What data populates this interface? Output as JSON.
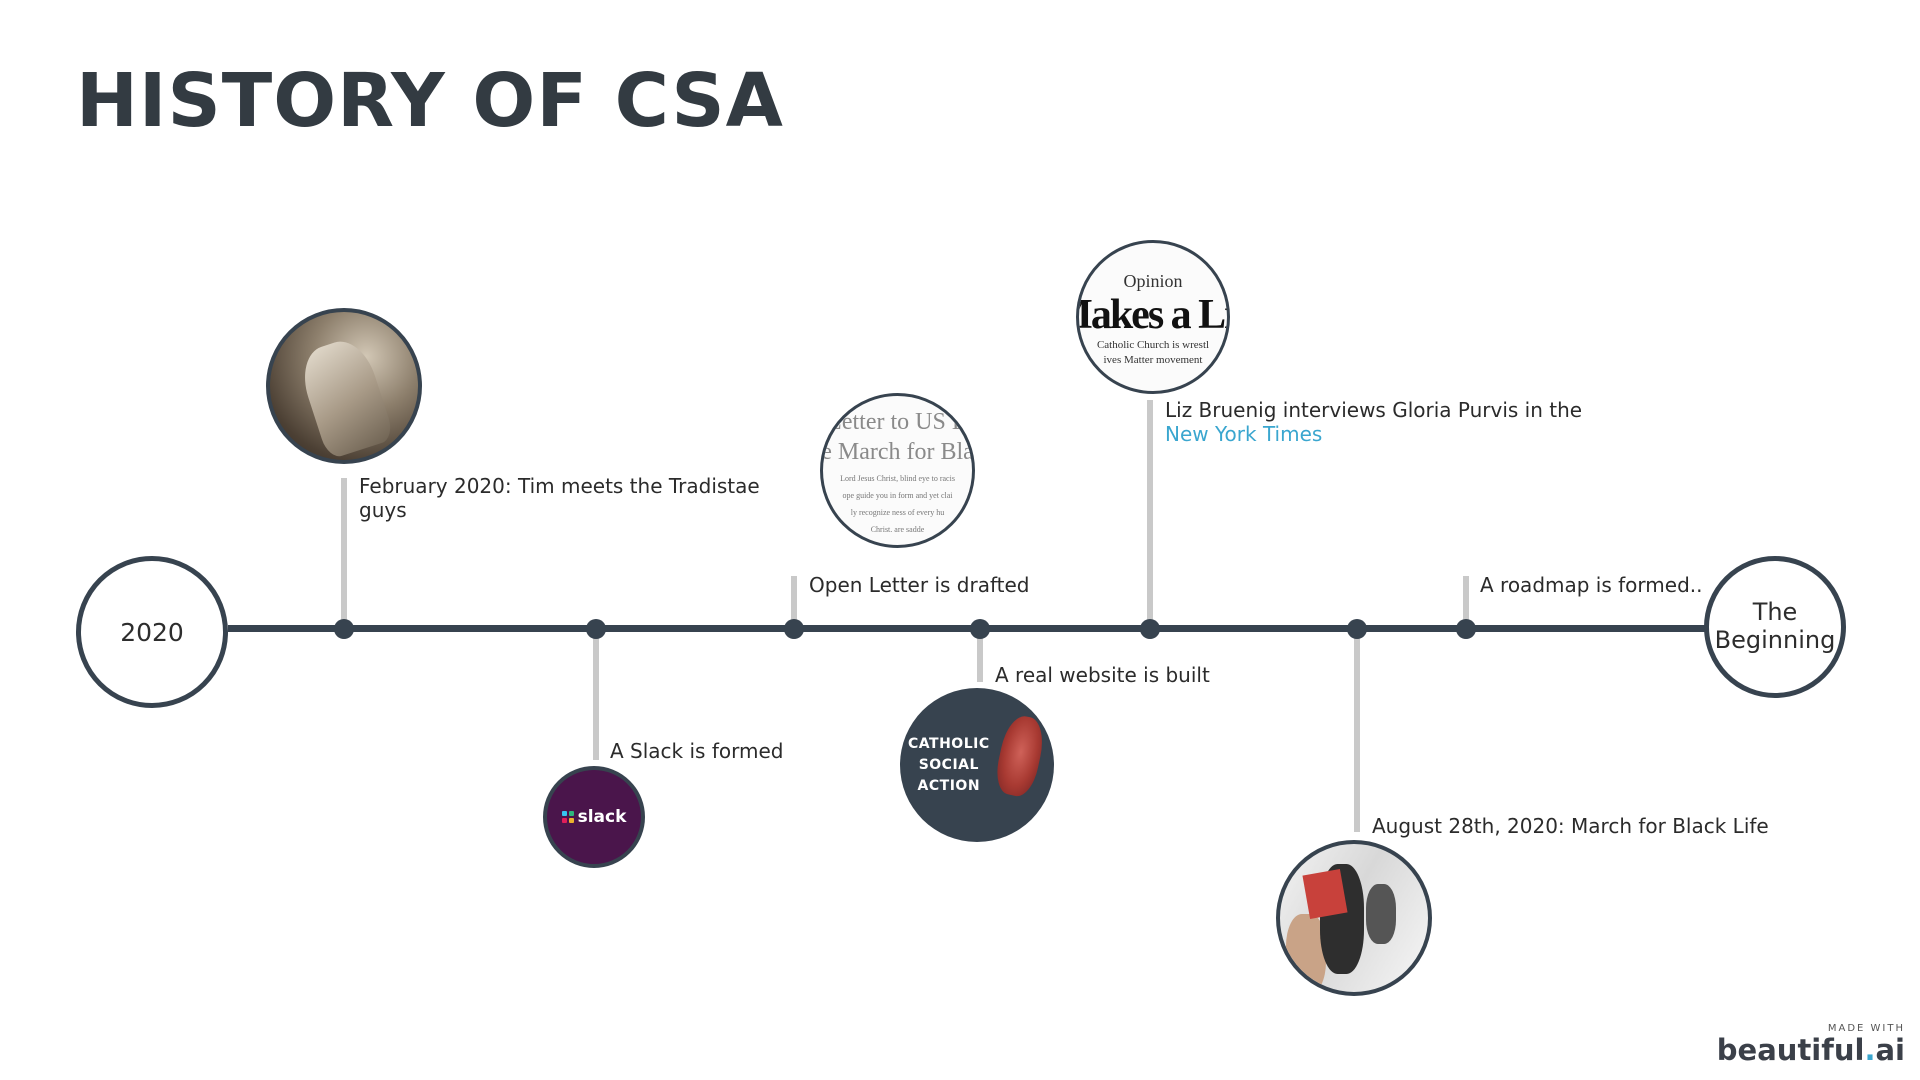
{
  "title": "HISTORY OF CSA",
  "timeline": {
    "start_label": "2020",
    "end_label": "The Beginning",
    "events": [
      {
        "label": "February 2020: Tim meets the Tradistae guys"
      },
      {
        "label": "A Slack is formed"
      },
      {
        "label": "Open Letter is drafted"
      },
      {
        "label": "A real website is built"
      },
      {
        "label_prefix": "Liz Bruenig interviews Gloria Purvis in the",
        "link_text": "New York Times"
      },
      {
        "label": "August 28th, 2020: March for Black Life"
      },
      {
        "label": "A roadmap is formed.."
      }
    ]
  },
  "images": {
    "open_letter": {
      "line1": "Letter to US B",
      "line2": "e March for Bla",
      "small1": "Lord Jesus Christ,   blind eye to racis",
      "small2": "ope guide you in    form and yet clai",
      "small3": "ly recognize   ness of every hu",
      "small4": "Christ.        are sadde"
    },
    "nyt": {
      "opinion": "Opinion",
      "headline": "Makes a Lia",
      "sub1": "Catholic Church is wrestl",
      "sub2": "ives Matter movement"
    },
    "slack": {
      "wordmark": "slack"
    },
    "csa_logo": {
      "line1": "CATHOLIC",
      "line2": "SOCIAL",
      "line3": "ACTION"
    }
  },
  "colors": {
    "line": "#37434f",
    "stem": "#c9c9c9",
    "link": "#3aa6cf",
    "slack_bg": "#4a154b"
  },
  "watermark": {
    "made_with": "MADE WITH",
    "brand_main": "beautiful",
    "brand_dot": ".",
    "brand_end": "ai"
  }
}
